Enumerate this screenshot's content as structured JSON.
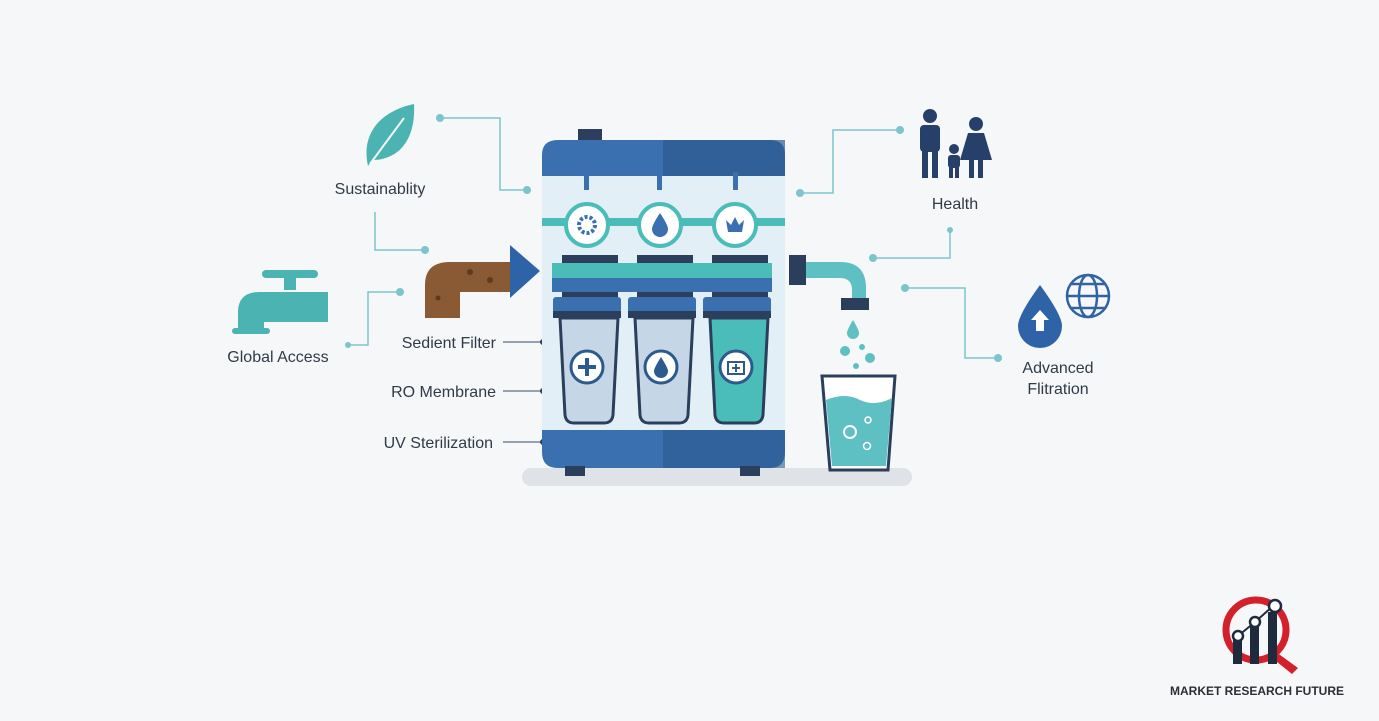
{
  "labels": {
    "sustainability": "Sustainablity",
    "global_access": "Global Access",
    "sediment_filter": "Sedient Filter",
    "ro_membrane": "RO Membrane",
    "uv_sterilization": "UV Sterilization",
    "health": "Health",
    "advanced_line1": "Advanced",
    "advanced_line2": "Flitration"
  },
  "logo": {
    "text": "MARKET RESEARCH FUTURE"
  },
  "colors": {
    "dark_blue": "#2d5a8e",
    "blue": "#3a6fb0",
    "teal": "#4bbdb8",
    "light_panel": "#e3eff6",
    "brown": "#8a5a34",
    "logo_red": "#d3202a",
    "logo_navy": "#1e2b3f"
  }
}
